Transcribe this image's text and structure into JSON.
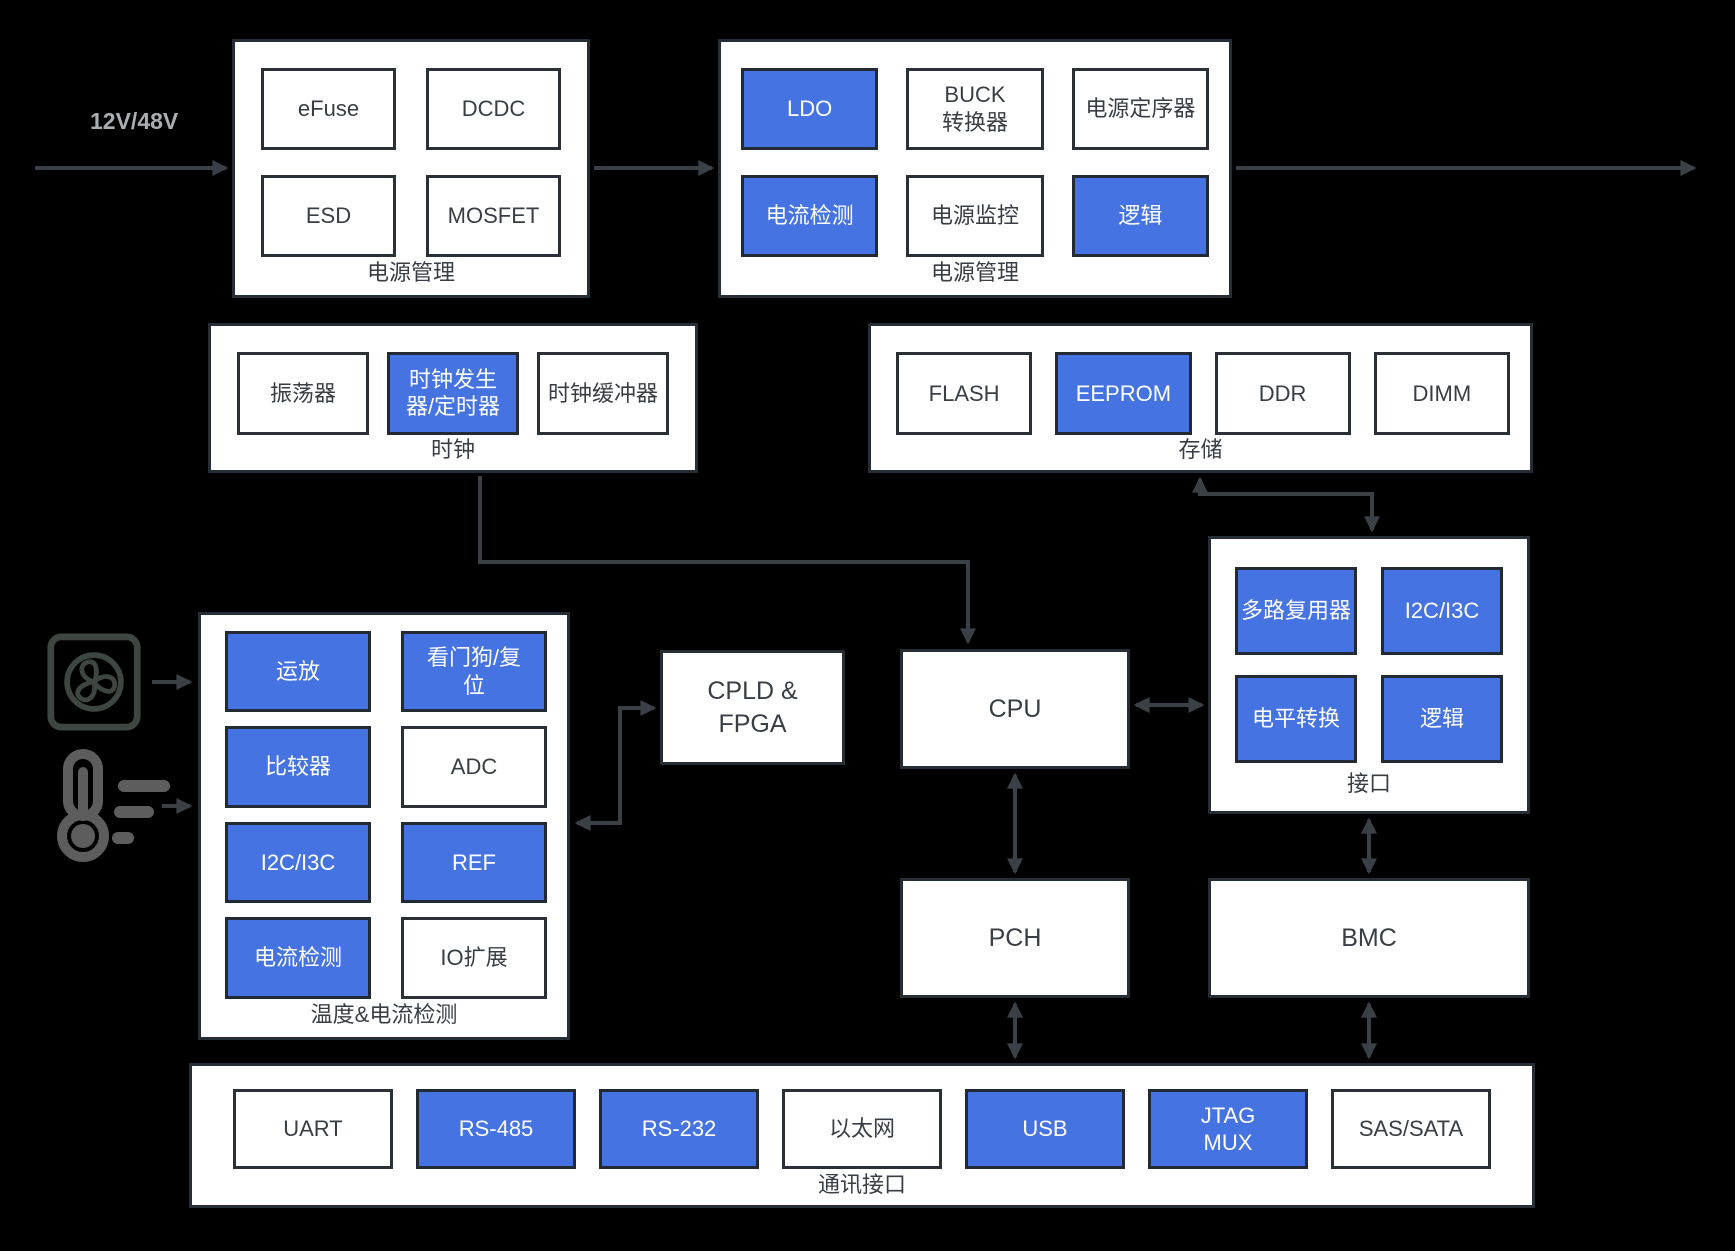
{
  "colors": {
    "background": "#000000",
    "accent_blue": "#4573e2",
    "box_fill": "#ffffff",
    "box_border": "#272d34",
    "arrow": "#3a4046",
    "text_dark": "#383e44",
    "input_label_text": "#a9aeb3",
    "fan_icon": "#3e4641",
    "thermometer_icon": "#5d5d5d"
  },
  "input_arrow": {
    "label": "12V/48V"
  },
  "icons": {
    "fan": "fan-icon",
    "thermometer": "thermometer-icon"
  },
  "groups": {
    "power1": {
      "caption": "电源管理",
      "chips": [
        {
          "label": "eFuse",
          "variant": "white"
        },
        {
          "label": "DCDC",
          "variant": "white"
        },
        {
          "label": "ESD",
          "variant": "white"
        },
        {
          "label": "MOSFET",
          "variant": "white"
        }
      ]
    },
    "power2": {
      "caption": "电源管理",
      "chips": [
        {
          "label": "LDO",
          "variant": "blue"
        },
        {
          "label": "BUCK\n转换器",
          "variant": "white"
        },
        {
          "label": "电源定序器",
          "variant": "white"
        },
        {
          "label": "电流检测",
          "variant": "blue"
        },
        {
          "label": "电源监控",
          "variant": "white"
        },
        {
          "label": "逻辑",
          "variant": "blue"
        }
      ]
    },
    "clock": {
      "caption": "时钟",
      "chips": [
        {
          "label": "振荡器",
          "variant": "white"
        },
        {
          "label": "时钟发生\n器/定时器",
          "variant": "blue"
        },
        {
          "label": "时钟缓冲器",
          "variant": "white"
        }
      ]
    },
    "storage": {
      "caption": "存储",
      "chips": [
        {
          "label": "FLASH",
          "variant": "white"
        },
        {
          "label": "EEPROM",
          "variant": "blue"
        },
        {
          "label": "DDR",
          "variant": "white"
        },
        {
          "label": "DIMM",
          "variant": "white"
        }
      ]
    },
    "interface": {
      "caption": "接口",
      "chips": [
        {
          "label": "多路复用器",
          "variant": "blue"
        },
        {
          "label": "I2C/I3C",
          "variant": "blue"
        },
        {
          "label": "电平转换",
          "variant": "blue"
        },
        {
          "label": "逻辑",
          "variant": "blue"
        }
      ]
    },
    "temp": {
      "caption": "温度&电流检测",
      "chips": [
        {
          "label": "运放",
          "variant": "blue"
        },
        {
          "label": "看门狗/复\n位",
          "variant": "blue"
        },
        {
          "label": "比较器",
          "variant": "blue"
        },
        {
          "label": "ADC",
          "variant": "white"
        },
        {
          "label": "I2C/I3C",
          "variant": "blue"
        },
        {
          "label": "REF",
          "variant": "blue"
        },
        {
          "label": "电流检测",
          "variant": "blue"
        },
        {
          "label": "IO扩展",
          "variant": "white"
        }
      ]
    },
    "comm": {
      "caption": "通讯接口",
      "chips": [
        {
          "label": "UART",
          "variant": "white"
        },
        {
          "label": "RS-485",
          "variant": "blue"
        },
        {
          "label": "RS-232",
          "variant": "blue"
        },
        {
          "label": "以太网",
          "variant": "white"
        },
        {
          "label": "USB",
          "variant": "blue"
        },
        {
          "label": "JTAG\nMUX",
          "variant": "blue"
        },
        {
          "label": "SAS/SATA",
          "variant": "white"
        }
      ]
    }
  },
  "nodes": {
    "cpld": {
      "label": "CPLD &\nFPGA"
    },
    "cpu": {
      "label": "CPU"
    },
    "pch": {
      "label": "PCH"
    },
    "bmc": {
      "label": "BMC"
    }
  }
}
